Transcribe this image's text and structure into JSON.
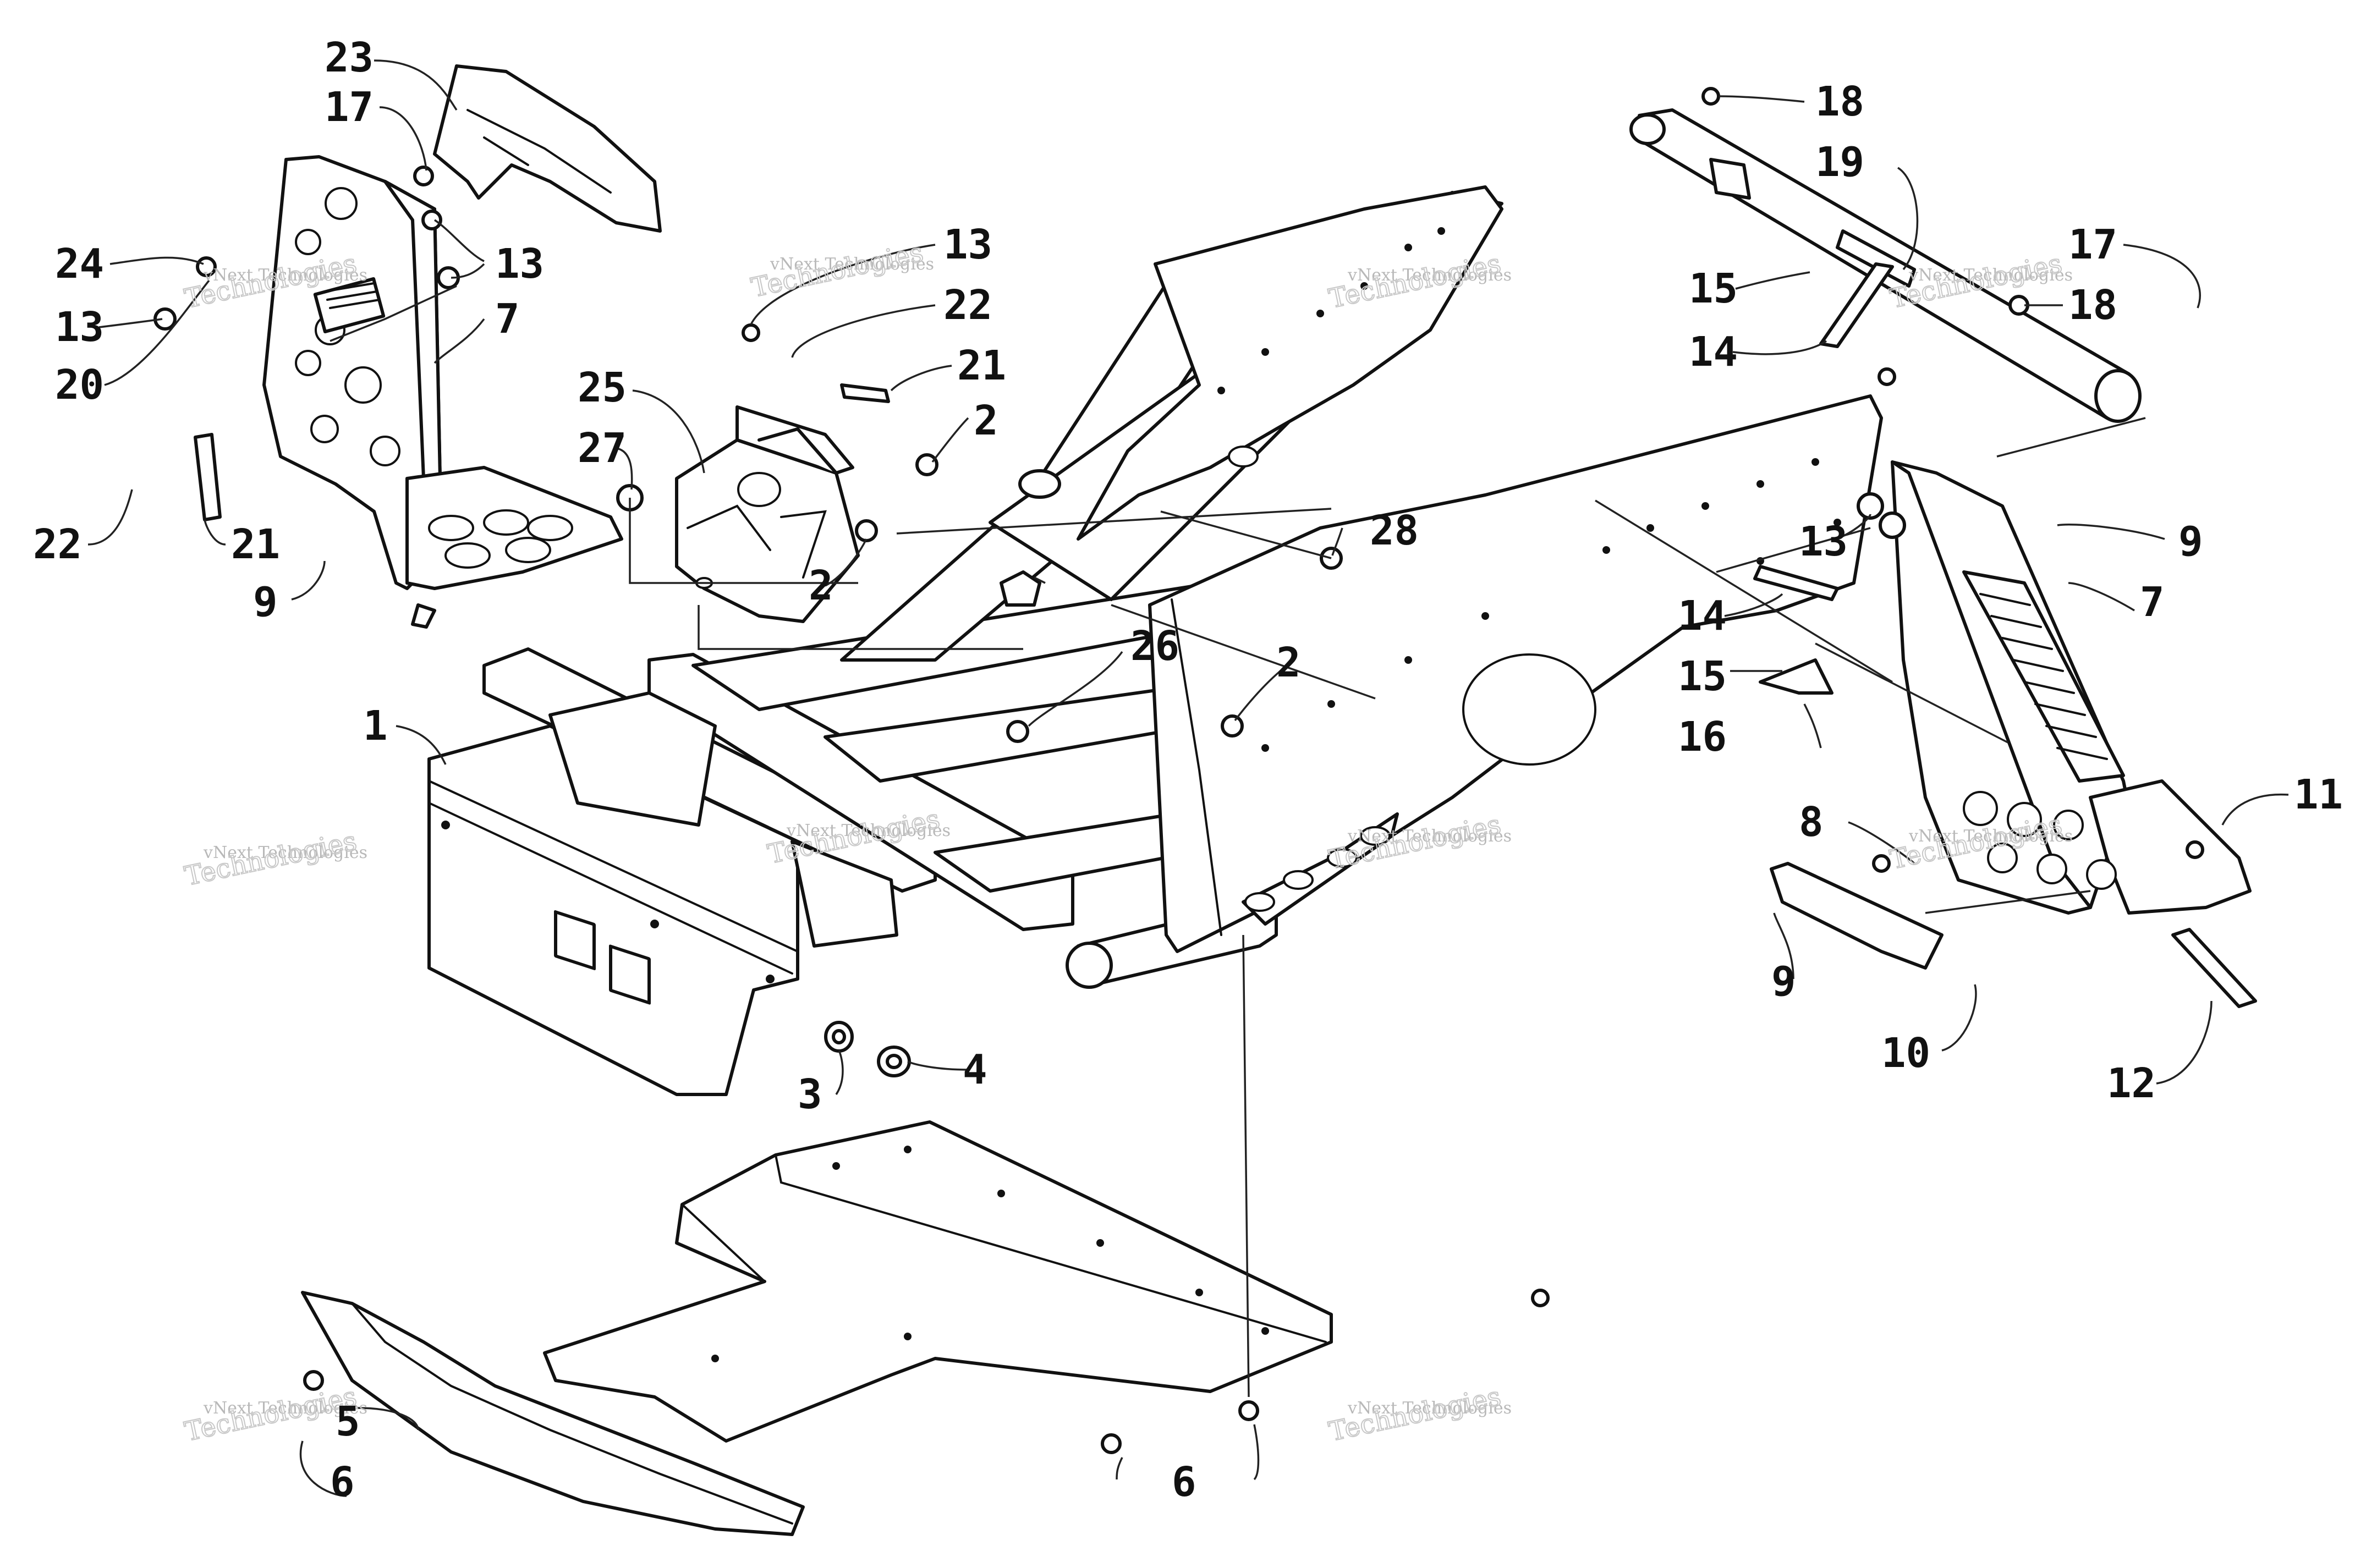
{
  "callouts": [
    {
      "label": "23"
    },
    {
      "label": "17"
    },
    {
      "label": "24"
    },
    {
      "label": "13"
    },
    {
      "label": "13"
    },
    {
      "label": "20"
    },
    {
      "label": "7"
    },
    {
      "label": "22"
    },
    {
      "label": "21"
    },
    {
      "label": "9"
    },
    {
      "label": "13"
    },
    {
      "label": "22"
    },
    {
      "label": "21"
    },
    {
      "label": "25"
    },
    {
      "label": "27"
    },
    {
      "label": "2"
    },
    {
      "label": "2"
    },
    {
      "label": "28"
    },
    {
      "label": "26"
    },
    {
      "label": "2"
    },
    {
      "label": "1"
    },
    {
      "label": "3"
    },
    {
      "label": "4"
    },
    {
      "label": "18"
    },
    {
      "label": "19"
    },
    {
      "label": "15"
    },
    {
      "label": "14"
    },
    {
      "label": "17"
    },
    {
      "label": "18"
    },
    {
      "label": "13"
    },
    {
      "label": "9"
    },
    {
      "label": "7"
    },
    {
      "label": "14"
    },
    {
      "label": "15"
    },
    {
      "label": "16"
    },
    {
      "label": "8"
    },
    {
      "label": "11"
    },
    {
      "label": "9"
    },
    {
      "label": "10"
    },
    {
      "label": "12"
    },
    {
      "label": "5"
    },
    {
      "label": "6"
    },
    {
      "label": "6"
    }
  ],
  "watermarks": [
    {
      "small": "vNext Technologies",
      "big": "Technologies"
    },
    {
      "small": "vNext Technologies",
      "big": "Technologies"
    },
    {
      "small": "vNext Technologies",
      "big": "Technologies"
    },
    {
      "small": "vNext Technologies",
      "big": "Technologies"
    },
    {
      "small": "vNext Technologies",
      "big": "Technologies"
    },
    {
      "small": "vNext Technologies",
      "big": "Technologies"
    },
    {
      "small": "vNext Technologies",
      "big": "Technologies"
    },
    {
      "small": "vNext Technologies",
      "big": "Technologies"
    },
    {
      "small": "vNext Technologies",
      "big": "Technologies"
    },
    {
      "small": "vNext Technologies",
      "big": "Technologies"
    }
  ]
}
